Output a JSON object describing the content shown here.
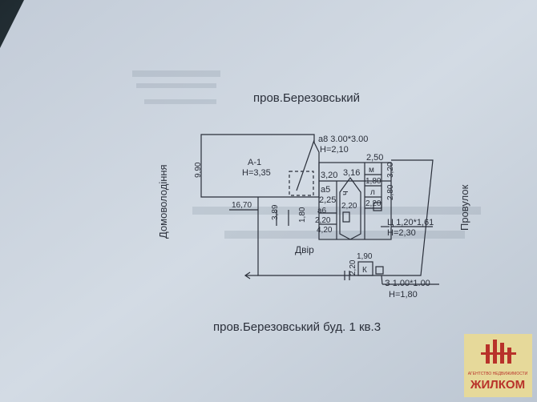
{
  "street_top": "пров.Березовський",
  "street_bottom": "пров.Березовський буд. 1 кв.3",
  "left_label": "Домоволодіння",
  "right_label": "Провулок",
  "yard_label": "Двір",
  "building_a1": {
    "name": "А-1",
    "height": "H=3,35"
  },
  "dims": {
    "a8": "а8 3.00*3.00",
    "a8_h": "H=2,10",
    "d250": "2,50",
    "d320": "3,20",
    "d316": "3,16",
    "m": "м",
    "d180a": "1,80",
    "d320v": "3,20",
    "a5": "а5",
    "d225": "2,25",
    "l": "л",
    "d220a": "2,20",
    "d280": "2,80",
    "ch": "ч",
    "d220b": "2,20",
    "d990": "9,90",
    "d1670": "16,70",
    "d389": "3,89",
    "a6": "а6",
    "d180b": "1,80",
    "d220c": "2,20",
    "d420": "4,20",
    "ts": "Ц 1,20*1,61",
    "ts_h": "H=2,30",
    "d190": "1,90",
    "d220d": "2,20",
    "k": "К",
    "z": "З 1.00*1.00",
    "z_h": "H=1,80"
  },
  "watermark": {
    "agency": "АГЕНТСТВО НЕДВИЖИМОСТИ",
    "brand": "ЖИЛКОМ"
  },
  "colors": {
    "paper": "#cfd8e2",
    "ink": "#2a2f3a",
    "logo_bg": "#e6d99a",
    "logo_red": "#b8322a"
  }
}
